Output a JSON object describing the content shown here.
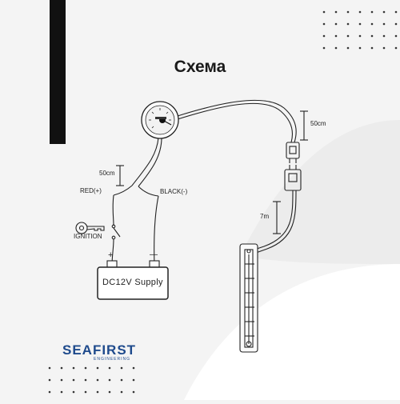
{
  "title": "Схема",
  "labels": {
    "cable_top": "50cm",
    "cable_left": "50cm",
    "cable_sender": "7m",
    "red_wire": "RED(+)",
    "black_wire": "BLACK(-)",
    "ignition": "IGNITION",
    "battery": "DC12V Supply",
    "plus": "+",
    "minus": "—"
  },
  "brand": {
    "name": "SEAFIRST",
    "subtitle": "ENGINEERING"
  },
  "colors": {
    "brand": "#1e4a8c",
    "line": "#222222",
    "background": "#f4f4f4"
  }
}
